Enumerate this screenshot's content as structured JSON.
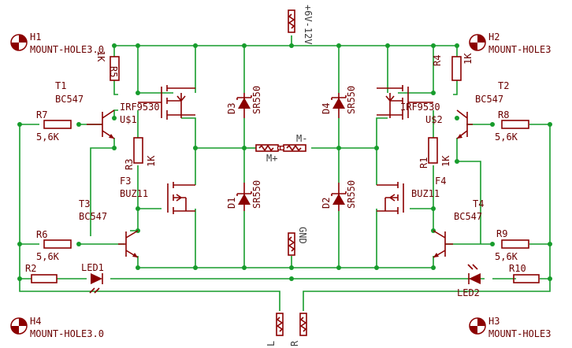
{
  "mount_holes": [
    {
      "ref": "H1",
      "value": "MOUNT-HOLE3.0"
    },
    {
      "ref": "H2",
      "value": "MOUNT-HOLE3"
    },
    {
      "ref": "H3",
      "value": "MOUNT-HOLE3"
    },
    {
      "ref": "H4",
      "value": "MOUNT-HOLE3.0"
    }
  ],
  "components": {
    "R1": {
      "ref": "R1",
      "value": "1K"
    },
    "R2": {
      "ref": "R2",
      "value": ""
    },
    "R3": {
      "ref": "R3",
      "value": "1K"
    },
    "R4": {
      "ref": "R4",
      "value": "1K"
    },
    "R5": {
      "ref": "R5",
      "value": "1K"
    },
    "R6": {
      "ref": "R6",
      "value": "5,6K"
    },
    "R7": {
      "ref": "R7",
      "value": "5,6K"
    },
    "R8": {
      "ref": "R8",
      "value": "5,6K"
    },
    "R9": {
      "ref": "R9",
      "value": "5,6K"
    },
    "R10": {
      "ref": "R10",
      "value": ""
    },
    "T1": {
      "ref": "T1",
      "value": "BC547"
    },
    "T2": {
      "ref": "T2",
      "value": "BC547"
    },
    "T3": {
      "ref": "T3",
      "value": "BC547"
    },
    "T4": {
      "ref": "T4",
      "value": "BC547"
    },
    "U1": {
      "ref": "U$1",
      "value": "IRF9530"
    },
    "U2": {
      "ref": "U$2",
      "value": "IRF9530"
    },
    "F3": {
      "ref": "F3",
      "value": "BUZ11"
    },
    "F4": {
      "ref": "F4",
      "value": "BUZ11"
    },
    "D1": {
      "ref": "D1",
      "value": "SR550"
    },
    "D2": {
      "ref": "D2",
      "value": "SR550"
    },
    "D3": {
      "ref": "D3",
      "value": "SR550"
    },
    "D4": {
      "ref": "D4",
      "value": "SR550"
    },
    "LED1": {
      "ref": "LED1"
    },
    "LED2": {
      "ref": "LED2"
    }
  },
  "pins": {
    "supply": "+6V-12V",
    "motor_plus": "M+",
    "motor_minus": "M-",
    "ground": "GND",
    "left": "L",
    "right": "R"
  },
  "colors": {
    "wire": "#179c2c",
    "part": "#8b0000",
    "text": "#6b0000",
    "pin_text": "#3c3c3c"
  }
}
